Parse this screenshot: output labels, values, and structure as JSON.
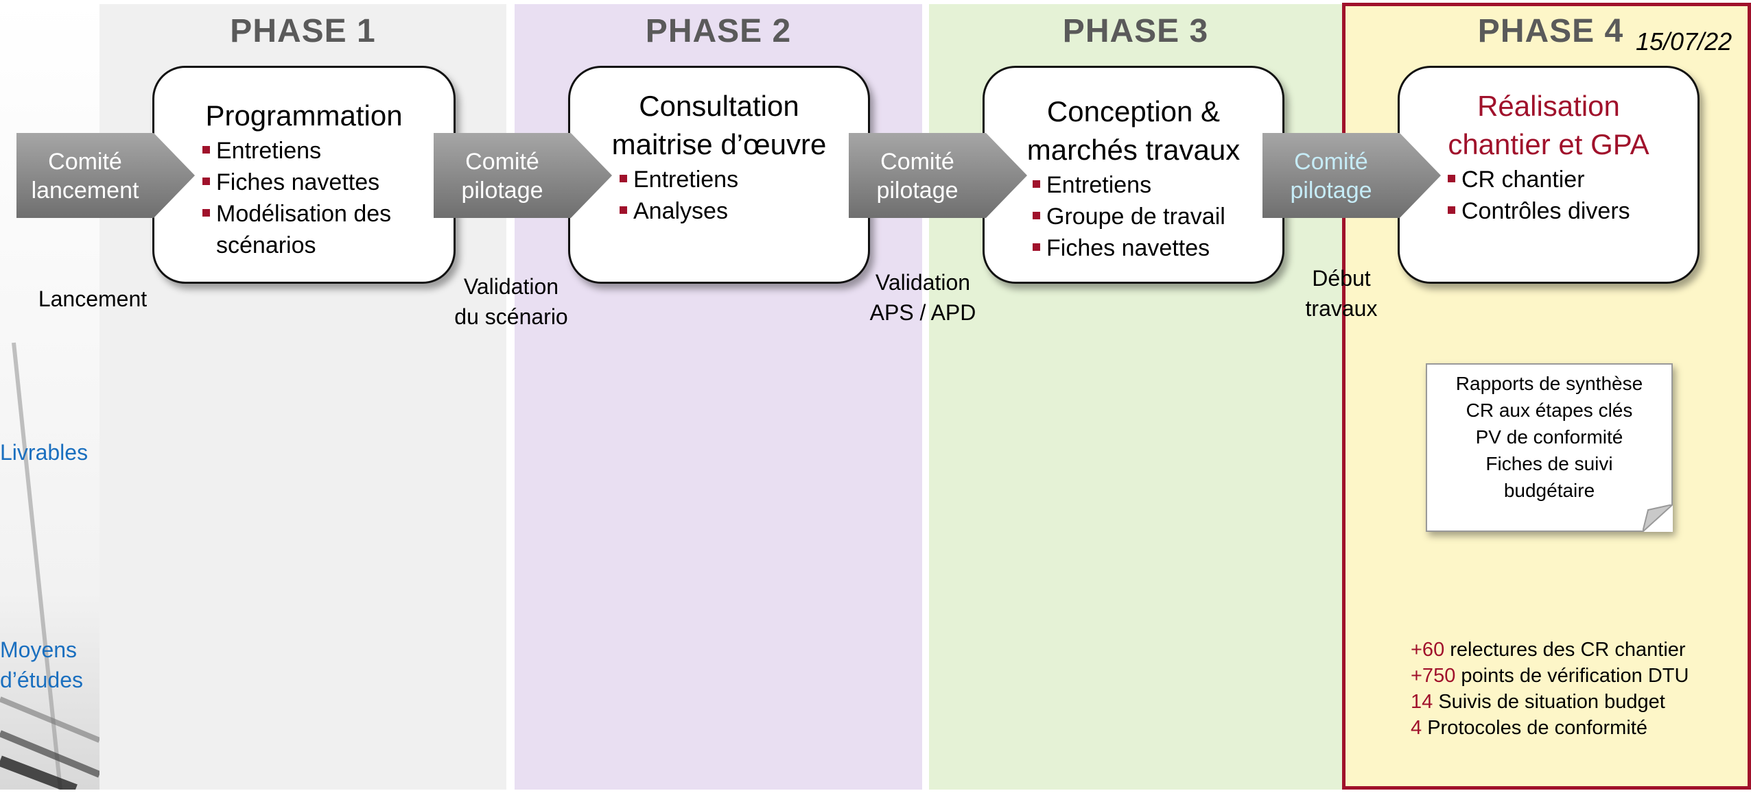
{
  "date": "15/07/22",
  "phases": [
    {
      "title": "PHASE 1",
      "box_title": [
        "Programmation"
      ],
      "items": [
        "Entretiens",
        "Fiches navettes",
        "Modélisation des",
        "scénarios"
      ]
    },
    {
      "title": "PHASE 2",
      "box_title": [
        "Consultation",
        "maitrise d’œuvre"
      ],
      "items": [
        "Entretiens",
        "Analyses"
      ]
    },
    {
      "title": "PHASE 3",
      "box_title": [
        "Conception &",
        "marchés travaux"
      ],
      "items": [
        "Entretiens",
        "Groupe de travail",
        "Fiches navettes"
      ]
    },
    {
      "title": "PHASE 4",
      "box_title": [
        "Réalisation",
        "chantier et GPA"
      ],
      "items": [
        "CR chantier",
        "Contrôles divers"
      ]
    }
  ],
  "arrows": [
    {
      "line1": "Comité",
      "line2": "lancement"
    },
    {
      "line1": "Comité",
      "line2": "pilotage"
    },
    {
      "line1": "Comité",
      "line2": "pilotage"
    },
    {
      "line1": "Comité",
      "line2": "pilotage"
    }
  ],
  "milestones": [
    {
      "line1": "Lancement",
      "line2": ""
    },
    {
      "line1": "Validation",
      "line2": "du scénario"
    },
    {
      "line1": "Validation",
      "line2": "APS / APD"
    },
    {
      "line1": "Début",
      "line2": "travaux"
    }
  ],
  "side_labels": {
    "livrables": "Livrables",
    "moyens_line1": "Moyens",
    "moyens_line2": "d’études"
  },
  "deliverables": [
    "Rapports de synthèse",
    "CR aux étapes clés",
    "PV de conformité",
    "Fiches de suivi",
    "budgétaire"
  ],
  "kpis": [
    {
      "num": "+60",
      "text": " relectures des CR chantier"
    },
    {
      "num": "+750",
      "text": " points de vérification DTU"
    },
    {
      "num": "14",
      "text": " Suivis de situation budget"
    },
    {
      "num": "4",
      "text": " Protocoles de conformité"
    }
  ],
  "colors": {
    "phase1_bg": "#f0f0f0",
    "phase2_bg": "#e9dff2",
    "phase3_bg": "#e5f2d6",
    "phase4_bg": "#fdf6c8",
    "phase4_border": "#a0112b",
    "accent_red": "#a0112b",
    "side_label_blue": "#1a6fbf",
    "arrow_gray": "#8a8a8a"
  }
}
